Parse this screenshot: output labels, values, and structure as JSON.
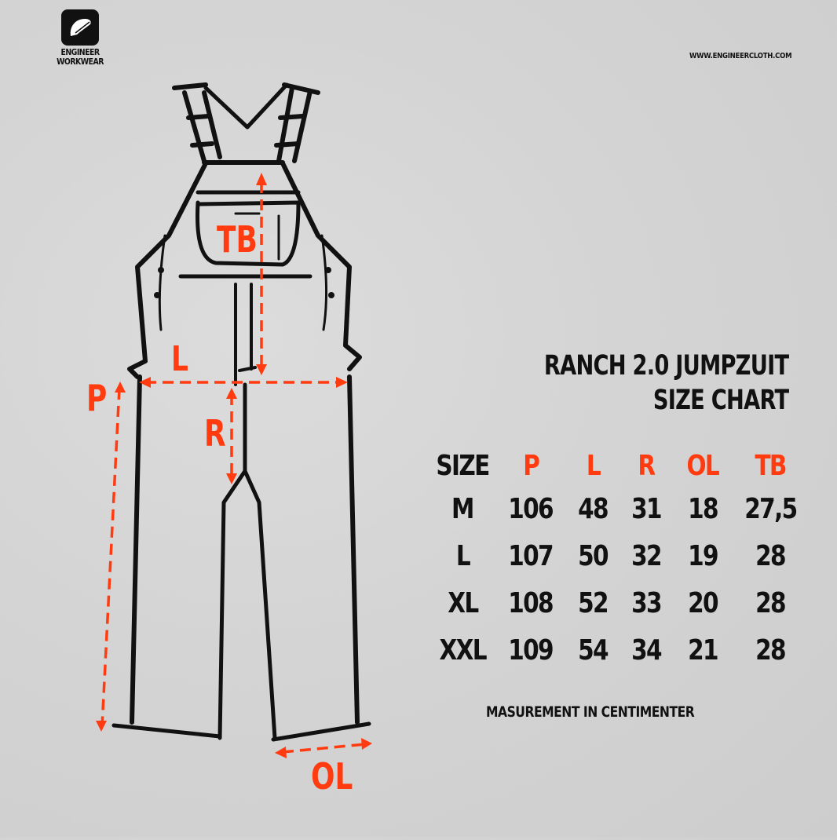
{
  "brand": {
    "logo_line1": "ENGINEER",
    "logo_line2": "WORKWEAR",
    "logo_icon": "hard-hat-icon",
    "website": "WWW.ENGINEERCLOTH.COM"
  },
  "diagram": {
    "garment": "overall / jumpsuit sketch",
    "labels": {
      "tb": "TB",
      "l": "L",
      "p": "P",
      "r": "R",
      "ol": "OL"
    },
    "accent_color": "#ff3b0f"
  },
  "title": {
    "line1": "RANCH 2.0 JUMPZUIT",
    "line2": "SIZE CHART"
  },
  "table": {
    "headers": [
      "SIZE",
      "P",
      "L",
      "R",
      "OL",
      "TB"
    ],
    "rows": [
      [
        "M",
        "106",
        "48",
        "31",
        "18",
        "27,5"
      ],
      [
        "L",
        "107",
        "50",
        "32",
        "19",
        "28"
      ],
      [
        "XL",
        "108",
        "52",
        "33",
        "20",
        "28"
      ],
      [
        "XXL",
        "109",
        "54",
        "34",
        "21",
        "28"
      ]
    ]
  },
  "note": "MASUREMENT IN CENTIMENTER",
  "chart_data": {
    "type": "table",
    "title": "RANCH 2.0 JUMPZUIT SIZE CHART",
    "columns": [
      "SIZE",
      "P",
      "L",
      "R",
      "OL",
      "TB"
    ],
    "rows": [
      {
        "SIZE": "M",
        "P": 106,
        "L": 48,
        "R": 31,
        "OL": 18,
        "TB": 27.5
      },
      {
        "SIZE": "L",
        "P": 107,
        "L": 50,
        "R": 32,
        "OL": 19,
        "TB": 28
      },
      {
        "SIZE": "XL",
        "P": 108,
        "L": 52,
        "R": 33,
        "OL": 20,
        "TB": 28
      },
      {
        "SIZE": "XXL",
        "P": 109,
        "L": 54,
        "R": 34,
        "OL": 21,
        "TB": 28
      }
    ],
    "unit": "cm"
  }
}
